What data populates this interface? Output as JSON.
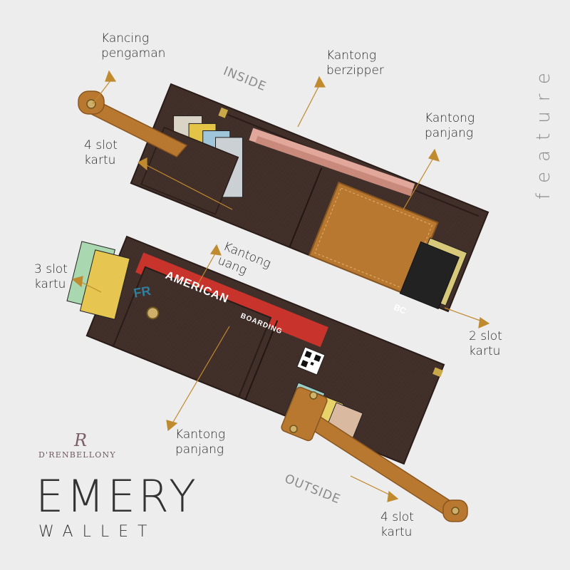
{
  "brand": {
    "monogram": "R",
    "name": "D'RENBELLONY"
  },
  "product": {
    "title": "EMERY",
    "subtitle": "WALLET"
  },
  "side_label": "feature",
  "sections": {
    "inside": "INSIDE",
    "outside": "OUTSIDE"
  },
  "card_text": {
    "american": "AMERICAN",
    "boarding": "BOARDING",
    "fr": "FR",
    "bca": "BC"
  },
  "labels": {
    "kancing": [
      "Kancing",
      "pengaman"
    ],
    "zipper": [
      "Kantong",
      "berzipper"
    ],
    "panjang_top": [
      "Kantong",
      "panjang"
    ],
    "slot4_top": [
      "4 slot",
      "kartu"
    ],
    "slot3": [
      "3 slot",
      "kartu"
    ],
    "uang": [
      "Kantong",
      "uang"
    ],
    "slot2": [
      "2 slot",
      "kartu"
    ],
    "panjang_bottom": [
      "Kantong",
      "panjang"
    ],
    "slot4_bottom": [
      "4 slot",
      "kartu"
    ]
  },
  "colors": {
    "background": "#ededed",
    "wallet": "#3d2b26",
    "leather": "#b8782f",
    "accent_arrow": "#c08a2e"
  }
}
